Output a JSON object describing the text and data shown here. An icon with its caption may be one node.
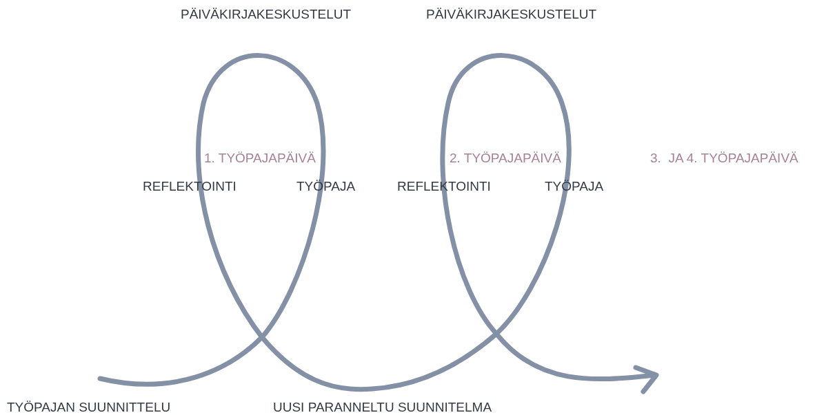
{
  "diagram": {
    "labels": [
      "PÄIVÄKIRJAKESKUSTELUT",
      "PÄIVÄKIRJAKESKUSTELUT",
      "1. TYÖPAJAPÄIVÄ",
      "2. TYÖPAJAPÄIVÄ",
      "3.  JA 4. TYÖPAJAPÄIVÄ",
      "REFLEKTOINTI",
      "TYÖPAJA",
      "REFLEKTOINTI",
      "TYÖPAJA",
      "TYÖPAJAN SUUNNITTELU",
      "UUSI PARANNELTU SUUNNITELMA"
    ]
  }
}
